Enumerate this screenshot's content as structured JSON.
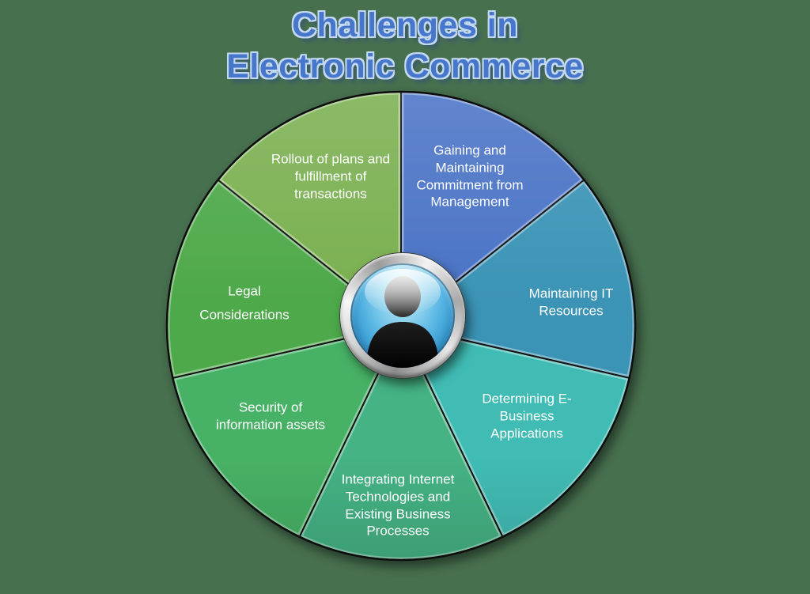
{
  "background_color": "#47704F",
  "title": {
    "line1": "Challenges in",
    "line2": "Electronic Commerce",
    "fill_color": "#4677CB",
    "outline_color": "#C6D9F2"
  },
  "diagram": {
    "type": "circular-segment-wheel",
    "segment_count": 7,
    "center_icon": "person-icon",
    "segments": [
      {
        "label": "Gaining and\nMaintaining\nCommitment from\nManagement",
        "color": "#4A73C6"
      },
      {
        "label": "Maintaining IT\nResources",
        "color": "#3B94B6"
      },
      {
        "label": "Determining E-\nBusiness\nApplications",
        "color": "#41BCB4"
      },
      {
        "label": "Integrating Internet\nTechnologies and\nExisting Business\nProcesses",
        "color": "#45B384"
      },
      {
        "label": "Security of\ninformation assets",
        "color": "#47B266"
      },
      {
        "label": "Legal\nConsiderations",
        "color": "#4EA94A"
      },
      {
        "label": "Rollout of plans and\nfulfillment of\ntransactions",
        "color": "#7AB050"
      }
    ]
  }
}
